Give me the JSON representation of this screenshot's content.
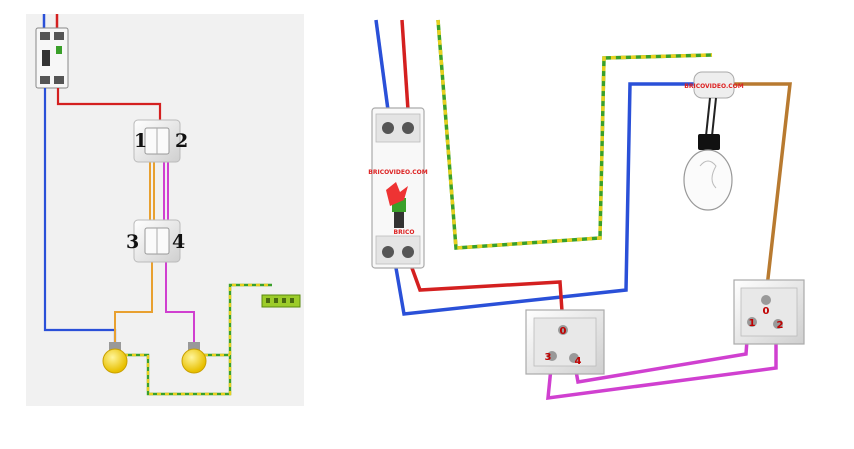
{
  "left_schematic": {
    "terminal_labels": [
      "1",
      "2",
      "3",
      "4"
    ]
  },
  "right_pictorial": {
    "breaker_brand": "BRICOVIDEO.COM",
    "lamp_brand": "BRICOVIDEO.COM",
    "logo_text": "BRICO",
    "switch_a_terminals": [
      "0",
      "3",
      "4"
    ],
    "switch_b_terminals": [
      "0",
      "1",
      "2"
    ]
  },
  "colors": {
    "phase": "#d42020",
    "neutral": "#2a50d8",
    "earth_green": "#3aa02a",
    "earth_yellow": "#e8d020",
    "traveller_orange": "#e8a030",
    "traveller_magenta": "#d040d0",
    "return_brown": "#b87a30"
  }
}
